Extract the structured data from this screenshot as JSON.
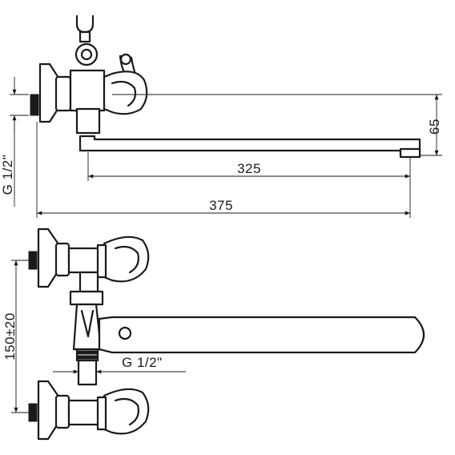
{
  "dimensions": {
    "spout_reach": "325",
    "total_length": "375",
    "height_offset": "65",
    "thread_side_view": "G 1/2\"",
    "center_distance": "150±20",
    "thread_front_view": "G 1/2\""
  },
  "colors": {
    "ink": "#1a1a1a",
    "paper": "#ffffff"
  }
}
